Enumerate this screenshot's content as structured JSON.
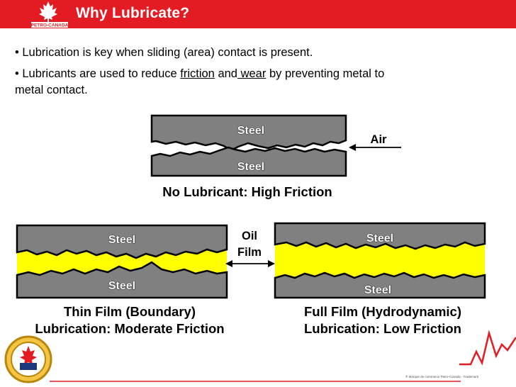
{
  "slide": {
    "title": "Why Lubricate?",
    "logo_text": "PETRO-CANADA",
    "bullets": [
      {
        "text": "Lubrication is key when sliding (area) contact is present."
      },
      {
        "pre": "Lubricants are used to reduce ",
        "term1": "friction",
        "mid": " and",
        "term2": " wear",
        "post": " by preventing metal to",
        "line2": "metal contact."
      }
    ]
  },
  "diagrams": {
    "steel_label": "Steel",
    "no_lubricant": {
      "caption": "No Lubricant: High Friction",
      "gap_label": "Air"
    },
    "thin_film": {
      "caption_line1": "Thin Film (Boundary)",
      "caption_line2": "Lubrication: Moderate Friction"
    },
    "full_film": {
      "caption_line1": "Full Film (Hydrodynamic)",
      "caption_line2": "Lubrication: Low Friction"
    },
    "oil_label_line1": "Oil",
    "oil_label_line2": "Film"
  },
  "colors": {
    "header_red": "#e31b23",
    "steel_gray": "#808080",
    "oil_yellow": "#ffff00",
    "outline": "#000000"
  },
  "footer": {
    "trademark_note": "® Marque de commerce Petro-Canada - Trademark"
  }
}
